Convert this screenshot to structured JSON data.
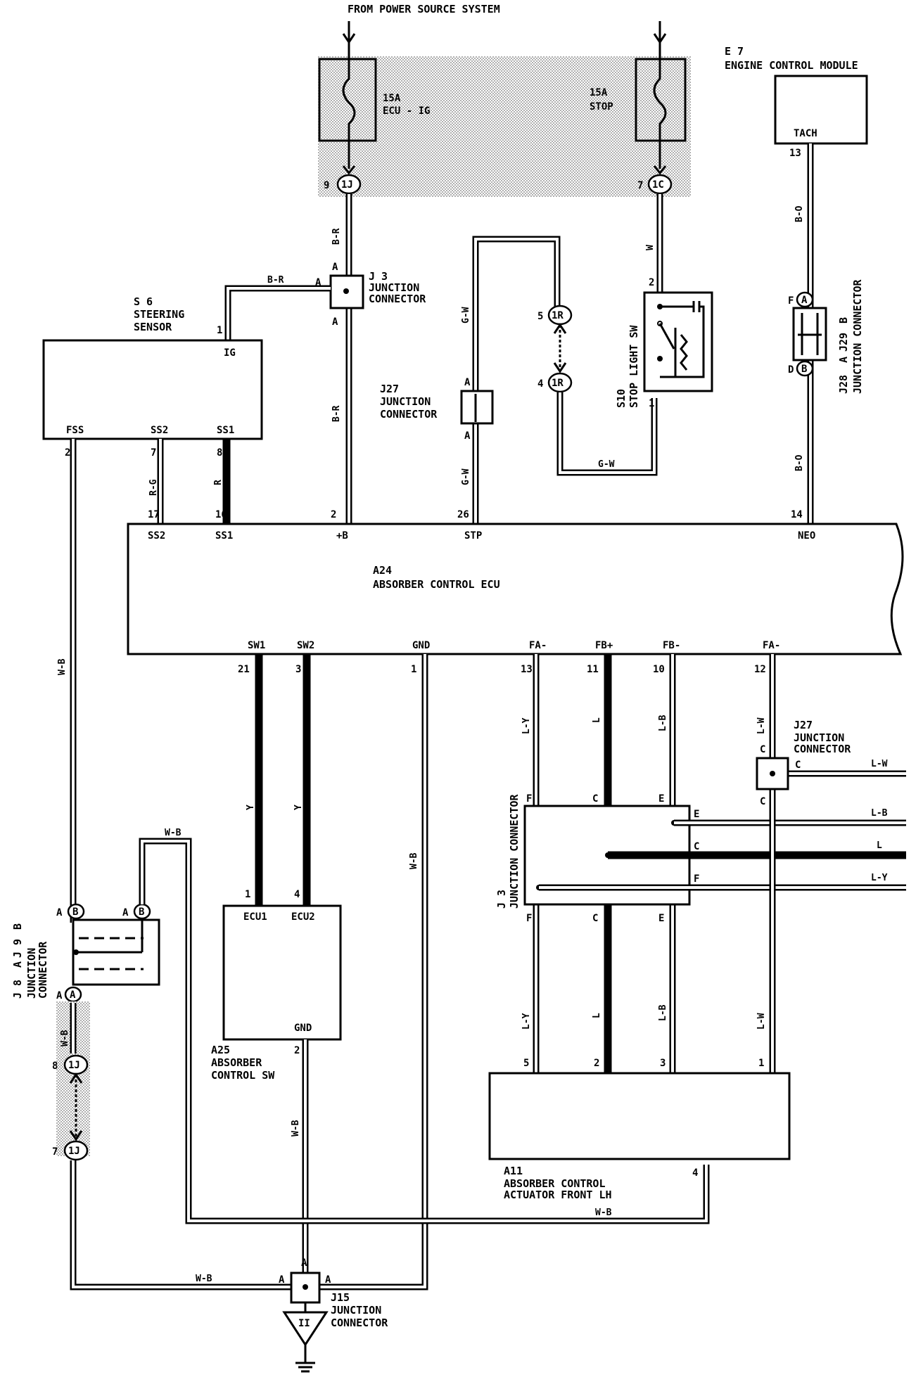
{
  "header": {
    "source": "FROM POWER SOURCE SYSTEM"
  },
  "fuses": [
    {
      "rating": "15A",
      "name": "ECU - IG",
      "pin": "9",
      "connector": "1J"
    },
    {
      "rating": "15A",
      "name": "STOP",
      "pin": "7",
      "connector": "1C"
    }
  ],
  "ecm": {
    "code": "E 7",
    "name": "ENGINE CONTROL MODULE",
    "terminal": "TACH",
    "pin": "13",
    "wire": "B-O"
  },
  "steering_sensor": {
    "code": "S 6",
    "name1": "STEERING",
    "name2": "SENSOR",
    "pins": {
      "ig": "1",
      "fss": "2",
      "ss2": "7",
      "ss1": "8"
    },
    "terminals": {
      "ig": "IG",
      "fss": "FSS",
      "ss2": "SS2",
      "ss1": "SS1"
    }
  },
  "j3_top": {
    "code": "J 3",
    "name1": "JUNCTION",
    "name2": "CONNECTOR",
    "pin": "A"
  },
  "j27_top": {
    "code": "J27",
    "name1": "JUNCTION",
    "name2": "CONNECTOR",
    "pin": "A"
  },
  "j28": {
    "code": "J28",
    "a": "A",
    "j29": "J29",
    "b": "B",
    "name": "JUNCTION CONNECTOR",
    "pin_f": "F",
    "pin_d": "D"
  },
  "stop_sw": {
    "code": "S10",
    "name": "STOP LIGHT SW",
    "pin2": "2",
    "pin1": "1"
  },
  "inline_1r": {
    "conn": "1R",
    "pin5": "5",
    "pin4": "4"
  },
  "ecu": {
    "code": "A24",
    "name": "ABSORBER CONTROL ECU",
    "top_terms": [
      "SS2",
      "SS1",
      "+B",
      "STP",
      "NEO"
    ],
    "top_pins": [
      "17",
      "16",
      "2",
      "26",
      "14"
    ],
    "bottom_terms": [
      "SW1",
      "SW2",
      "GND",
      "FA-",
      "FB+",
      "FB-",
      "FA-"
    ],
    "bottom_pins": [
      "21",
      "3",
      "1",
      "13",
      "11",
      "10",
      "12"
    ]
  },
  "wires": {
    "br": "B-R",
    "gw": "G-W",
    "w": "W",
    "rg": "R-G",
    "r": "R",
    "wb": "W-B",
    "y": "Y",
    "ly": "L-Y",
    "l": "L",
    "lb": "L-B",
    "lw": "L-W",
    "bo": "B-O"
  },
  "j27_right": {
    "code": "J27",
    "name1": "JUNCTION",
    "name2": "CONNECTOR",
    "pin": "C"
  },
  "j3_mid": {
    "code": "J 3",
    "name": "JUNCTION CONNECTOR",
    "pins": [
      "F",
      "C",
      "E",
      "E",
      "C",
      "F"
    ]
  },
  "j8": {
    "code": "J 8",
    "a": "A",
    "j9": "J 9",
    "b": "B",
    "name1": "JUNCTION",
    "name2": "CONNECTOR",
    "pins": [
      "A",
      "B",
      "A",
      "B",
      "A"
    ]
  },
  "inline_1j": {
    "conn": "1J",
    "pin8": "8",
    "pin7": "7"
  },
  "switch": {
    "code": "A25",
    "name1": "ABSORBER",
    "name2": "CONTROL SW",
    "t1": "ECU1",
    "t2": "ECU2",
    "t3": "GND",
    "pins": [
      "1",
      "4",
      "2"
    ]
  },
  "actuator": {
    "code": "A11",
    "name1": "ABSORBER CONTROL",
    "name2": "ACTUATOR FRONT LH",
    "pins": [
      "5",
      "2",
      "3",
      "1",
      "4"
    ]
  },
  "j15": {
    "code": "J15",
    "name1": "JUNCTION",
    "name2": "CONNECTOR",
    "pin": "A",
    "ground": "II"
  }
}
